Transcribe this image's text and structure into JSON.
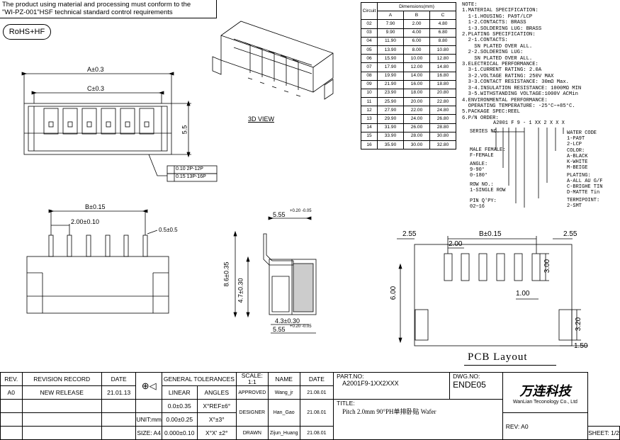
{
  "notice": {
    "line1": "The product using material and processing must conform to the",
    "line2": "\"WI-PZ-001\"HSF technical standard control requirements"
  },
  "rohs": "RoHS+HF",
  "view_3d_label": "3D VIEW",
  "top_view": {
    "dim_a": "A±0.3",
    "dim_c": "C±0.3",
    "dim_h": "5.5",
    "note1": "0.10 2P-12P",
    "note2": "0.15 13P-16P"
  },
  "front_view": {
    "dim_b": "B±0.15",
    "dim_pitch": "2.00±0.10",
    "dim_pin": "0.5±0.5"
  },
  "side_view": {
    "dim_top": "5.55",
    "dim_top_tol": "+0.20 -0.05",
    "dim_h1": "8.6±0.35",
    "dim_h2": "4.7±0.30",
    "dim_w1": "4.3±0.30",
    "dim_w2": "5.55",
    "dim_w2_tol": "+0.20 -0.05"
  },
  "dimensions": {
    "header_group": "Dimensions(mm)",
    "headers": [
      "Circuit",
      "A",
      "B",
      "C"
    ],
    "rows": [
      [
        "02",
        "7.90",
        "2.00",
        "4.80"
      ],
      [
        "03",
        "9.90",
        "4.00",
        "6.80"
      ],
      [
        "04",
        "11.90",
        "6.00",
        "8.80"
      ],
      [
        "05",
        "13.90",
        "8.00",
        "10.80"
      ],
      [
        "06",
        "15.90",
        "10.00",
        "12.80"
      ],
      [
        "07",
        "17.90",
        "12.00",
        "14.80"
      ],
      [
        "08",
        "19.90",
        "14.00",
        "16.80"
      ],
      [
        "09",
        "21.90",
        "16.00",
        "18.80"
      ],
      [
        "10",
        "23.90",
        "18.00",
        "20.80"
      ],
      [
        "11",
        "25.90",
        "20.00",
        "22.80"
      ],
      [
        "12",
        "27.90",
        "22.00",
        "24.80"
      ],
      [
        "13",
        "29.90",
        "24.00",
        "26.80"
      ],
      [
        "14",
        "31.90",
        "26.00",
        "28.80"
      ],
      [
        "15",
        "33.90",
        "28.00",
        "30.80"
      ],
      [
        "16",
        "35.90",
        "30.00",
        "32.80"
      ]
    ]
  },
  "notes": [
    "NOTE:",
    "1.MATERIAL SPECIFICATION:",
    "  1-1.HOUSING: PA9T/LCP",
    "  1-2.CONTACTS: BRASS",
    "  1-3.SOLDERING LUG: BRASS",
    "2.PLATING SPECIFICATION:",
    "  2-1.CONTACTS:",
    "    SN PLATED OVER ALL.",
    "  2-2.SOLDERING LUG:",
    "    SN PLATED OVER ALL.",
    "3.ELECTRICAL PERFORMANCE:",
    "  3-1.CURRENT RATING: 2.0A",
    "  3-2.VOLTAGE RATING: 250V MAX",
    "  3-3.CONTACT RESISTANCE: 30mΩ Max.",
    "  3-4.INSULATION RESISTANCE: 1000MΩ MIN",
    "  3-5.WITHSTANDING VOLTAGE:1000V ACMin",
    "4.ENVIRONMENTAL PERFORMANCE:",
    "  OPERATING TEMPERATURE: -25°C~+85°C.",
    "5.PACKAGE SPEC:REEL",
    "6.P/N ORDER:"
  ],
  "order": {
    "code": "A2001 F 9 - 1 XX 2 X X X",
    "series": "SERIES NO.",
    "water": "WATER CODE\n1-PA9T\n2-LCP",
    "color": "COLOR:\nA-BLACK\nK-WHITE\nM-BEIGE",
    "plating": "PLATING:\nA-ALL AU G/F\nC-BRIGHE TIN\nD-MATTE Tin",
    "termipoint": "TERMIPOINT:\n2-SMT",
    "male": "MALE FEMALE:\nF-FEMALE",
    "angle": "ANGLE:\n9-90°\n0-180°",
    "row": "ROW NO.:\n1-SINGLE ROW",
    "pin": "PIN Q'PY:\n02~16"
  },
  "pcb": {
    "title": "PCB Layout",
    "dim_left": "2.55",
    "dim_b": "B±0.15",
    "dim_right": "2.55",
    "dim_pitch": "2.00",
    "dim_pad_h": "3.00",
    "dim_pad_w": "1.00",
    "dim_6": "6.00",
    "dim_320": "3.20",
    "dim_150": "1.50"
  },
  "title_block": {
    "rev_h": "REV.",
    "revrec_h": "REVISION RECORD",
    "date_h": "DATE",
    "rev": "A0",
    "revrec": "NEW RELEASE",
    "date": "21.01.13",
    "gt_h": "GENERAL TOLERANCES",
    "linear_h": "LINEAR",
    "angles_h": "ANGLES",
    "t1": "0.0±0.35",
    "a1": "X°REF±6°",
    "t2": "0.00±0.25",
    "a2": "X°±3°",
    "t3": "0.000±0.10",
    "a3": "X°X' ±2°",
    "unit": "UNIT:mm",
    "size": "SIZE: A4",
    "scale_h": "SCALE:",
    "scale_v": "1:1",
    "name_h": "NAME",
    "date2_h": "DATE",
    "approved": "APPROVED",
    "approved_n": "Wang_jr",
    "approved_d": "21.08.01",
    "designer": "DESIGNER",
    "designer_n": "Han_Gao",
    "designer_d": "21.08.01",
    "drawn": "DRAWN",
    "drawn_n": "Zijun_Huang",
    "drawn_d": "21.08.01",
    "partno_h": "PART.NO:",
    "partno": "A2001F9-1XX2XXX",
    "dwgno_h": "DWG.NO:",
    "dwgno": "ENDE05",
    "title_h": "TITLE:",
    "title": "Pitch 2.0mm 90°PH单排卧贴 Wafer",
    "logo": "万连科技",
    "company": "WanLian Teconology Co., Ltd",
    "revfoot": "REV:  A0",
    "sheet": "SHEET: 1/2"
  }
}
